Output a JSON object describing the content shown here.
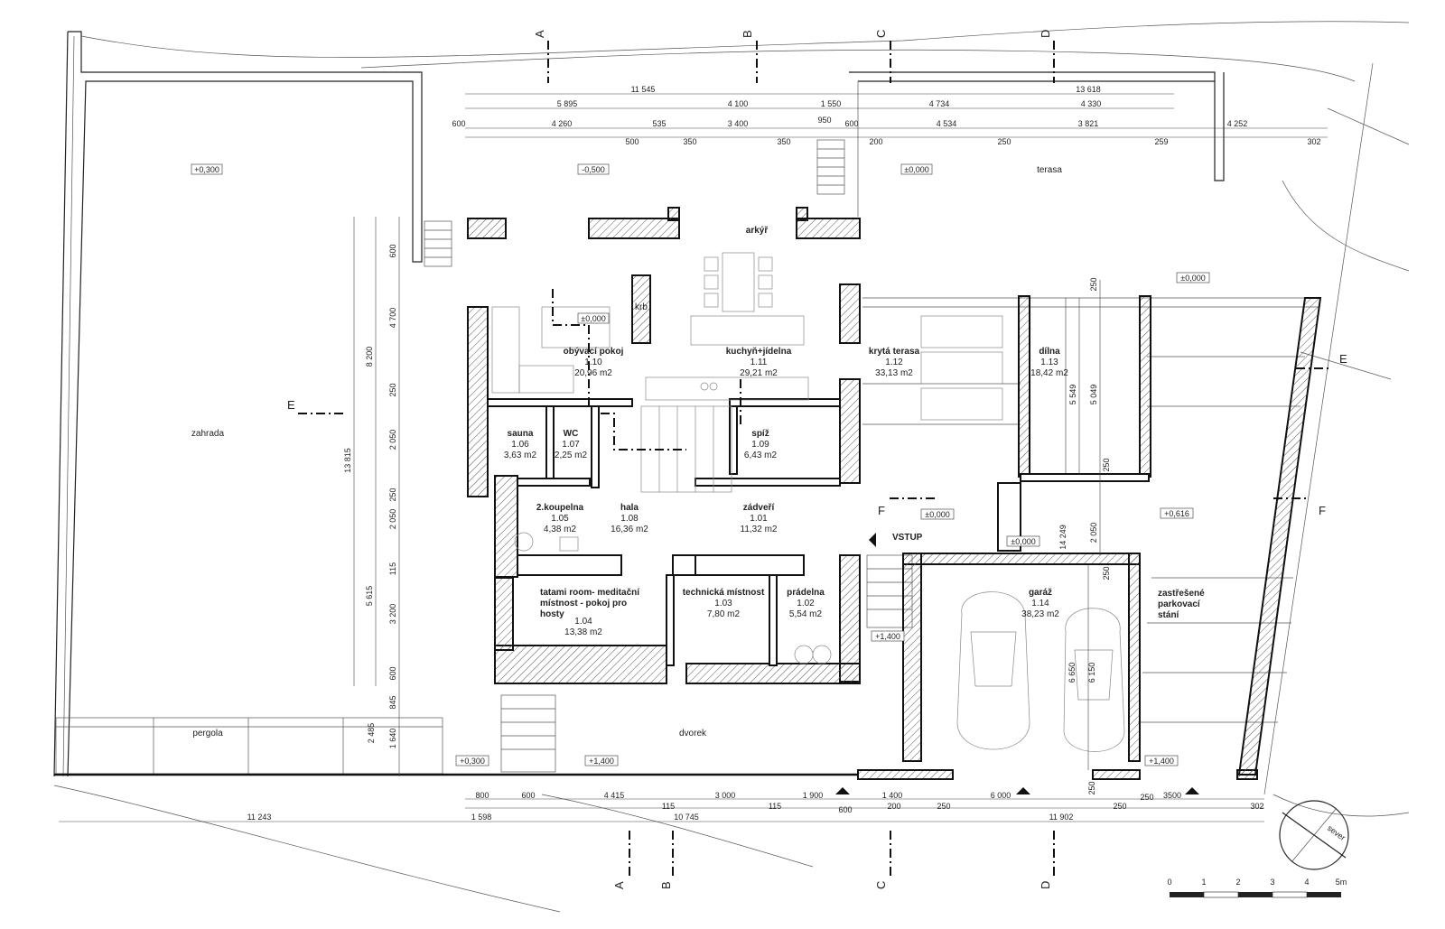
{
  "rooms": {
    "arkyr": {
      "name": "arkýř"
    },
    "obyvaci": {
      "name": "obývací pokoj",
      "num": "1.10",
      "area": "20,96 m2"
    },
    "kuchyn": {
      "name": "kuchyň+jídelna",
      "num": "1.11",
      "area": "29,21 m2"
    },
    "kryta_terasa": {
      "name": "krytá terasa",
      "num": "1.12",
      "area": "33,13 m2"
    },
    "dilna": {
      "name": "dílna",
      "num": "1.13",
      "area": "18,42 m2"
    },
    "sauna": {
      "name": "sauna",
      "num": "1.06",
      "area": "3,63 m2"
    },
    "wc": {
      "name": "WC",
      "num": "1.07",
      "area": "2,25 m2"
    },
    "spiz": {
      "name": "spíž",
      "num": "1.09",
      "area": "6,43 m2"
    },
    "koupelna": {
      "name": "2.koupelna",
      "num": "1.05",
      "area": "4,38 m2"
    },
    "hala": {
      "name": "hala",
      "num": "1.08",
      "area": "16,36 m2"
    },
    "zadveri": {
      "name": "zádveří",
      "num": "1.01",
      "area": "11,32 m2"
    },
    "tatami": {
      "name_l1": "tatami room- meditační",
      "name_l2": "místnost - pokoj pro",
      "name_l3": "hosty",
      "num": "1.04",
      "area": "13,38 m2"
    },
    "technicka": {
      "name": "technická místnost",
      "num": "1.03",
      "area": "7,80 m2"
    },
    "pradelna": {
      "name": "prádelna",
      "num": "1.02",
      "area": "5,54 m2"
    },
    "garaz": {
      "name": "garáž",
      "num": "1.14",
      "area": "38,23 m2"
    },
    "parking": {
      "name_l1": "zastřešené",
      "name_l2": "parkovací",
      "name_l3": "stání"
    }
  },
  "outdoor": {
    "zahrada": "zahrada",
    "terasa": "terasa",
    "pergola": "pergola",
    "dvorek": "dvorek",
    "vstup": "VSTUP",
    "krb": "krb"
  },
  "levels": {
    "l1": "+0,300",
    "l2": "-0,500",
    "l3": "±0,000",
    "l4": "±0,000",
    "l5": "±0,000",
    "l6": "±0,000",
    "l7": "+0,616",
    "l8": "±0,000",
    "l9": "+1,400",
    "l10": "+0,300",
    "l11": "+1,400",
    "l12": "+1,400"
  },
  "sections": {
    "A": "A",
    "B": "B",
    "C": "C",
    "D": "D",
    "E": "E",
    "F": "F"
  },
  "dims": {
    "top": {
      "r1": [
        "11 545",
        "13 618"
      ],
      "r2": [
        "5 895",
        "4 100",
        "1 550",
        "4 734",
        "4 330"
      ],
      "r3": [
        "600",
        "4 260",
        "535",
        "3 400",
        "950",
        "600",
        "4 534",
        "3 821",
        "4 252"
      ],
      "r4": [
        "500",
        "350",
        "350",
        "200",
        "250",
        "259",
        "302"
      ]
    },
    "bottom": {
      "r1": [
        "800",
        "600",
        "4 415",
        "3 000",
        "1 900",
        "1 400",
        "6 000",
        "3500"
      ],
      "r2": [
        "115",
        "115",
        "600",
        "200",
        "250",
        "250",
        "250",
        "302"
      ],
      "r3": [
        "11 243",
        "1 598",
        "10 745",
        "11 902"
      ]
    },
    "left": {
      "total": "13 815",
      "outer": [
        "8 200",
        "5 615"
      ],
      "inner": [
        "600",
        "4 700",
        "250",
        "2 050",
        "250",
        "2 050",
        "115",
        "3 200",
        "600",
        "845",
        "2 485",
        "1 640"
      ]
    },
    "right": {
      "terasa": "250",
      "dilna": [
        "5 549",
        "5 049"
      ],
      "mid": [
        "250",
        "14 249",
        "2 050",
        "250"
      ],
      "garaz": [
        "6 650",
        "6 150"
      ],
      "bottom": "250"
    }
  },
  "scale": {
    "labels": [
      "0",
      "1",
      "2",
      "3",
      "4",
      "5m"
    ],
    "north": "sever"
  }
}
